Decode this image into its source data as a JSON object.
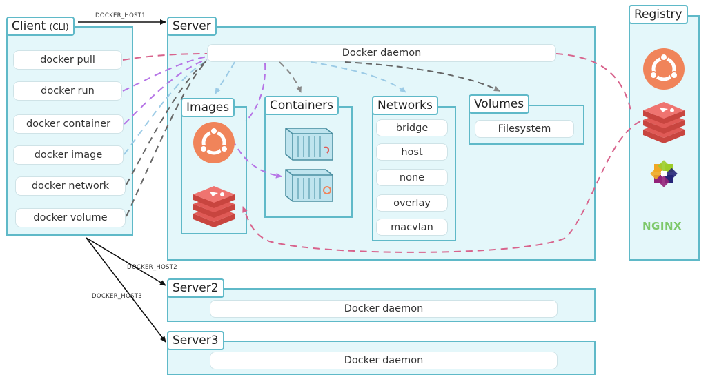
{
  "connections": {
    "host1": "DOCKER_HOST1",
    "host2": "DOCKER_HOST2",
    "host3": "DOCKER_HOST3"
  },
  "client": {
    "title": "Client",
    "title_suffix": "(CLI)",
    "commands": [
      "docker pull",
      "docker run",
      "docker container",
      "docker image",
      "docker network",
      "docker volume"
    ]
  },
  "server": {
    "title": "Server",
    "daemon": "Docker daemon",
    "images": {
      "title": "Images"
    },
    "containers": {
      "title": "Containers"
    },
    "networks": {
      "title": "Networks",
      "items": [
        "bridge",
        "host",
        "none",
        "overlay",
        "macvlan"
      ]
    },
    "volumes": {
      "title": "Volumes",
      "items": [
        "Filesystem"
      ]
    }
  },
  "server2": {
    "title": "Server2",
    "daemon": "Docker daemon"
  },
  "server3": {
    "title": "Server3",
    "daemon": "Docker daemon"
  },
  "registry": {
    "title": "Registry",
    "images": [
      "ubuntu-icon",
      "redis-icon",
      "centos-icon",
      "nginx-icon"
    ],
    "nginx_text": "NGINX"
  },
  "colors": {
    "panel_fill": "#e4f7fa",
    "panel_border": "#5fb9c8",
    "ubuntu": "#f0845a",
    "redis": "#e05a56",
    "pink_dash": "#d8638c",
    "purple_dash": "#b675e6",
    "blue_dash": "#9ccbe6",
    "gray_dash": "#666666"
  }
}
